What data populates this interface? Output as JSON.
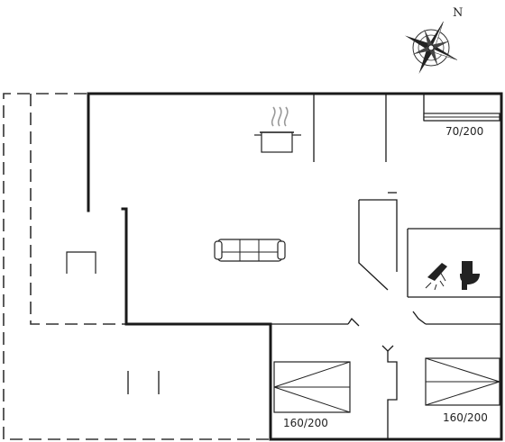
{
  "compass": {
    "north_label": "N"
  },
  "rooms": {
    "bedroom_top_right": {
      "bed_size": "70/200"
    },
    "bedroom_bottom_left": {
      "bed_size": "160/200"
    },
    "bedroom_bottom_right": {
      "bed_size": "160/200"
    }
  },
  "icons": [
    "compass-rose-icon",
    "cooking-pot-icon",
    "sofa-icon",
    "shower-icon",
    "toilet-icon"
  ]
}
